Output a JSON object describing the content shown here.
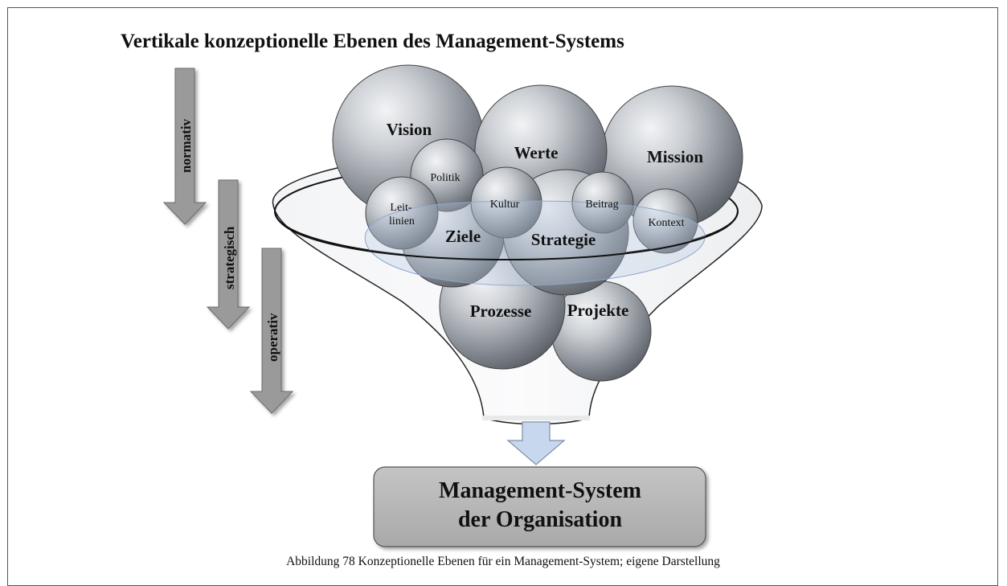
{
  "title": "Vertikale konzeptionelle Ebenen des Management-Systems",
  "levels": {
    "normativ": "normativ",
    "strategisch": "strategisch",
    "operativ": "operativ"
  },
  "spheres": {
    "vision": "Vision",
    "werte": "Werte",
    "mission": "Mission",
    "politik": "Politik",
    "kultur": "Kultur",
    "beitrag": "Beitrag",
    "leitlinien_1": "Leit-",
    "leitlinien_2": "linien",
    "kontext": "Kontext",
    "ziele": "Ziele",
    "strategie": "Strategie",
    "prozesse": "Prozesse",
    "projekte": "Projekte"
  },
  "result_box": {
    "line1": "Management-System",
    "line2": "der Organisation"
  },
  "caption": "Abbildung 78 Konzeptionelle Ebenen für ein Management-System; eigene Darstellung",
  "colors": {
    "arrow_fill": "#9a9a9a",
    "sphere_dark": "#6e747c",
    "sphere_light": "#e9ebee",
    "down_arrow_fill": "#c7d7ee",
    "box_fill": "#b5b5b5"
  }
}
